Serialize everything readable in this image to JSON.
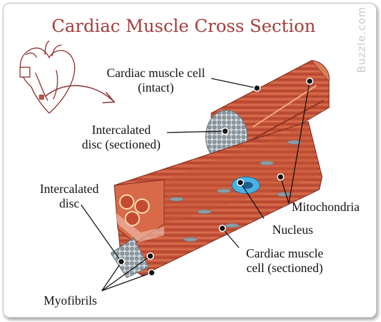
{
  "title": "Cardiac Muscle Cross Section",
  "watermark": "Buzzle.com",
  "labels": {
    "intact_line1": "Cardiac muscle cell",
    "intact_line2": "(intact)",
    "icd_sectioned_line1": "Intercalated",
    "icd_sectioned_line2": "disc (sectioned)",
    "icd_line1": "Intercalated",
    "icd_line2": "disc",
    "mitochondria": "Mitochondria",
    "nucleus": "Nucleus",
    "sectioned_line1": "Cardiac muscle",
    "sectioned_line2": "cell (sectioned)",
    "myofibrils": "Myofibrils"
  },
  "colors": {
    "title": "#a63d3d",
    "muscle": "#c9553a",
    "muscle_dark": "#9c3826",
    "disc": "#b9c3c9",
    "nucleus": "#49b3e6",
    "heart_outline": "#8a2a2a"
  }
}
